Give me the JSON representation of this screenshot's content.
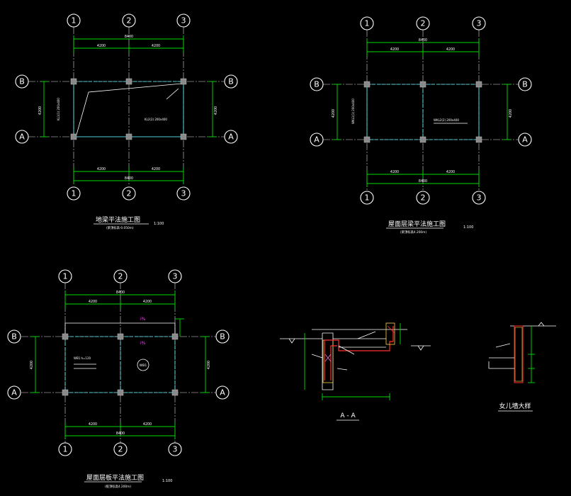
{
  "drawing_a": {
    "title": "地梁平法施工图",
    "subtitle": "(梁顶标高-0.050m)",
    "scale": "1:100",
    "grid_cols": [
      "1",
      "2",
      "3"
    ],
    "grid_rows": [
      "B",
      "A"
    ],
    "total_dim": "8400",
    "bay_dims": [
      "4200",
      "4200"
    ],
    "side_dim": "4200",
    "beam_label_1": "KL1(1) 200x400",
    "beam_label_2": "KL2(2) 200x400"
  },
  "drawing_b": {
    "title": "屋面层梁平法施工图",
    "subtitle": "(梁顶标高4.200m)",
    "scale": "1:100",
    "grid_cols": [
      "1",
      "2",
      "3"
    ],
    "grid_rows": [
      "B",
      "A"
    ],
    "total_dim": "8400",
    "bay_dims": [
      "4200",
      "4200"
    ],
    "side_dim": "4200",
    "beam_label_1": "WKL1(1) 200x400",
    "beam_label_2": "WKL2(2) 200x400"
  },
  "drawing_c": {
    "title": "屋面层板平法施工图",
    "subtitle": "(板顶标高4.200m)",
    "scale": "1:100",
    "grid_cols": [
      "1",
      "2",
      "3"
    ],
    "grid_rows": [
      "B",
      "A"
    ],
    "total_dim": "8400",
    "bay_dims": [
      "4200",
      "4200"
    ],
    "side_dim": "4200",
    "slab_mark": "WB1",
    "slab_note": "WB1 h=120",
    "i_mark": "i%"
  },
  "section_aa": {
    "label": "A - A"
  },
  "parapet_detail": {
    "label": "女儿墙大样"
  }
}
